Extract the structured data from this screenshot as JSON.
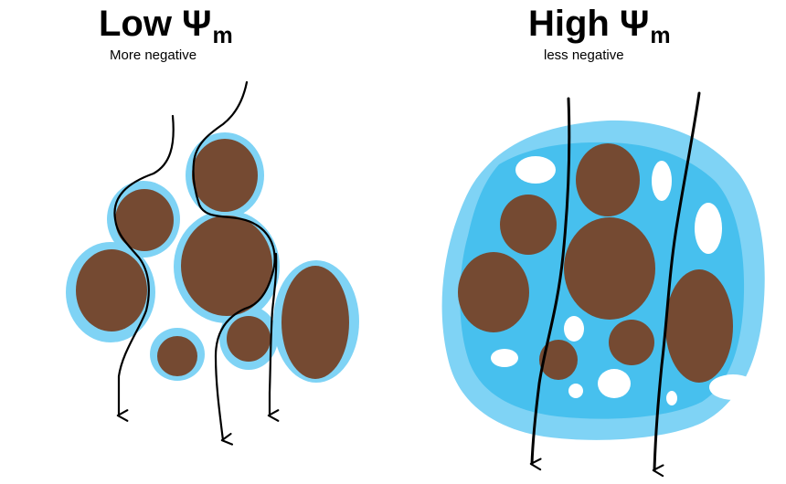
{
  "left_panel": {
    "title_main": "Low Ψ",
    "title_sub": "m",
    "caption": "More negative"
  },
  "right_panel": {
    "title_main": "High Ψ",
    "title_sub": "m",
    "caption": "less negative"
  },
  "colors": {
    "soil_particle": "#754a32",
    "water_film": "#7fd3f5",
    "water_pore": "#47c0ee",
    "air_gap": "#ffffff",
    "flow_arrow": "#000000"
  }
}
